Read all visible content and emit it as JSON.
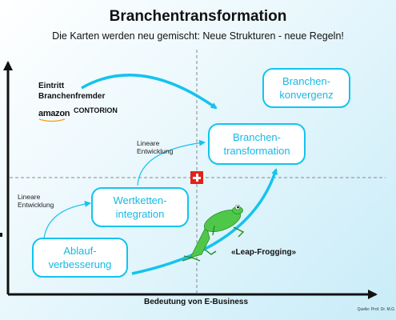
{
  "title": "Branchentransformation",
  "subtitle": "Die Karten werden neu gemischt: Neue Strukturen - neue Regeln!",
  "boxes": {
    "ablauf": "Ablauf-\nverbesserung",
    "wertketten": "Wertketten-\nintegration",
    "transformation": "Branchen-\ntransformation",
    "konvergenz": "Branchen-\nkonvergenz"
  },
  "labels": {
    "lineare_1": "Lineare\nEntwicklung",
    "lineare_2": "Lineare\nEntwicklung",
    "eintritt": "Eintritt\nBranchenfremder",
    "leap": "«Leap-Frogging»",
    "x_axis": "Bedeutung von E-Business",
    "source": "Quelle: Prof. Dr. M.G"
  },
  "logos": {
    "amazon": "amazon",
    "contorion": "CONTORION"
  },
  "colors": {
    "accent": "#14c3ee",
    "frog": "#4fc84a",
    "swiss": "#e2231a"
  }
}
